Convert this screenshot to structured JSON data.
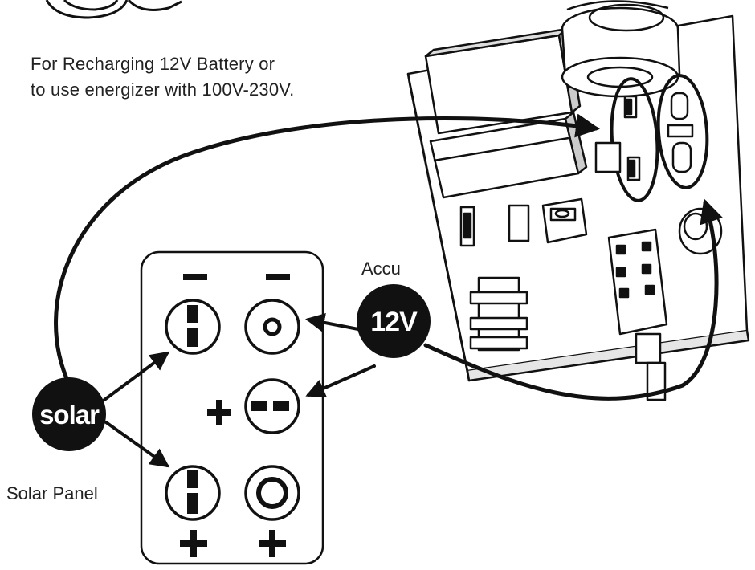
{
  "note": {
    "line1": "For Recharging 12V Battery or",
    "line2": "to use energizer with 100V-230V."
  },
  "labels": {
    "accu": "Accu",
    "battery_voltage": "12V",
    "solar_badge": "solar",
    "solar_panel": "Solar Panel"
  },
  "terminal_signs": {
    "minus": "–",
    "plus": "+"
  },
  "colors": {
    "ink": "#111111",
    "paper": "#ffffff",
    "badge_fill": "#111111",
    "badge_text": "#ffffff"
  }
}
